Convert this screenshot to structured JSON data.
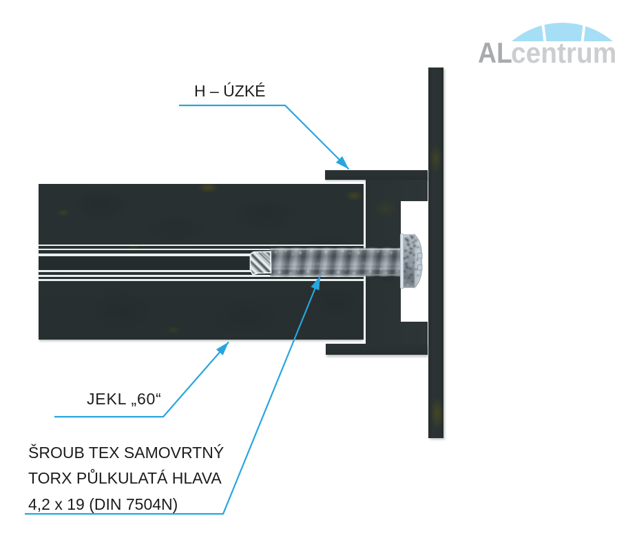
{
  "diagram": {
    "labels": {
      "h_profile": "H – ÚZKÉ",
      "tube": "JEKL „60“",
      "screw_line1": "ŠROUB TEX SAMOVRTNÝ",
      "screw_line2": "TORX PŮLKULATÁ HLAVA",
      "screw_line3": "4,2 x 19 (DIN 7504N)"
    },
    "colors": {
      "leader_accent": "#27a5de",
      "steel_dark": "#2a3132",
      "label_text": "#1c1c1e",
      "logo_al_gray": "#a8abad",
      "logo_centrum_gray": "#cbcdcf",
      "logo_arch_blue": "#a6def5"
    }
  },
  "logo": {
    "al": "AL",
    "centrum": "centrum"
  }
}
